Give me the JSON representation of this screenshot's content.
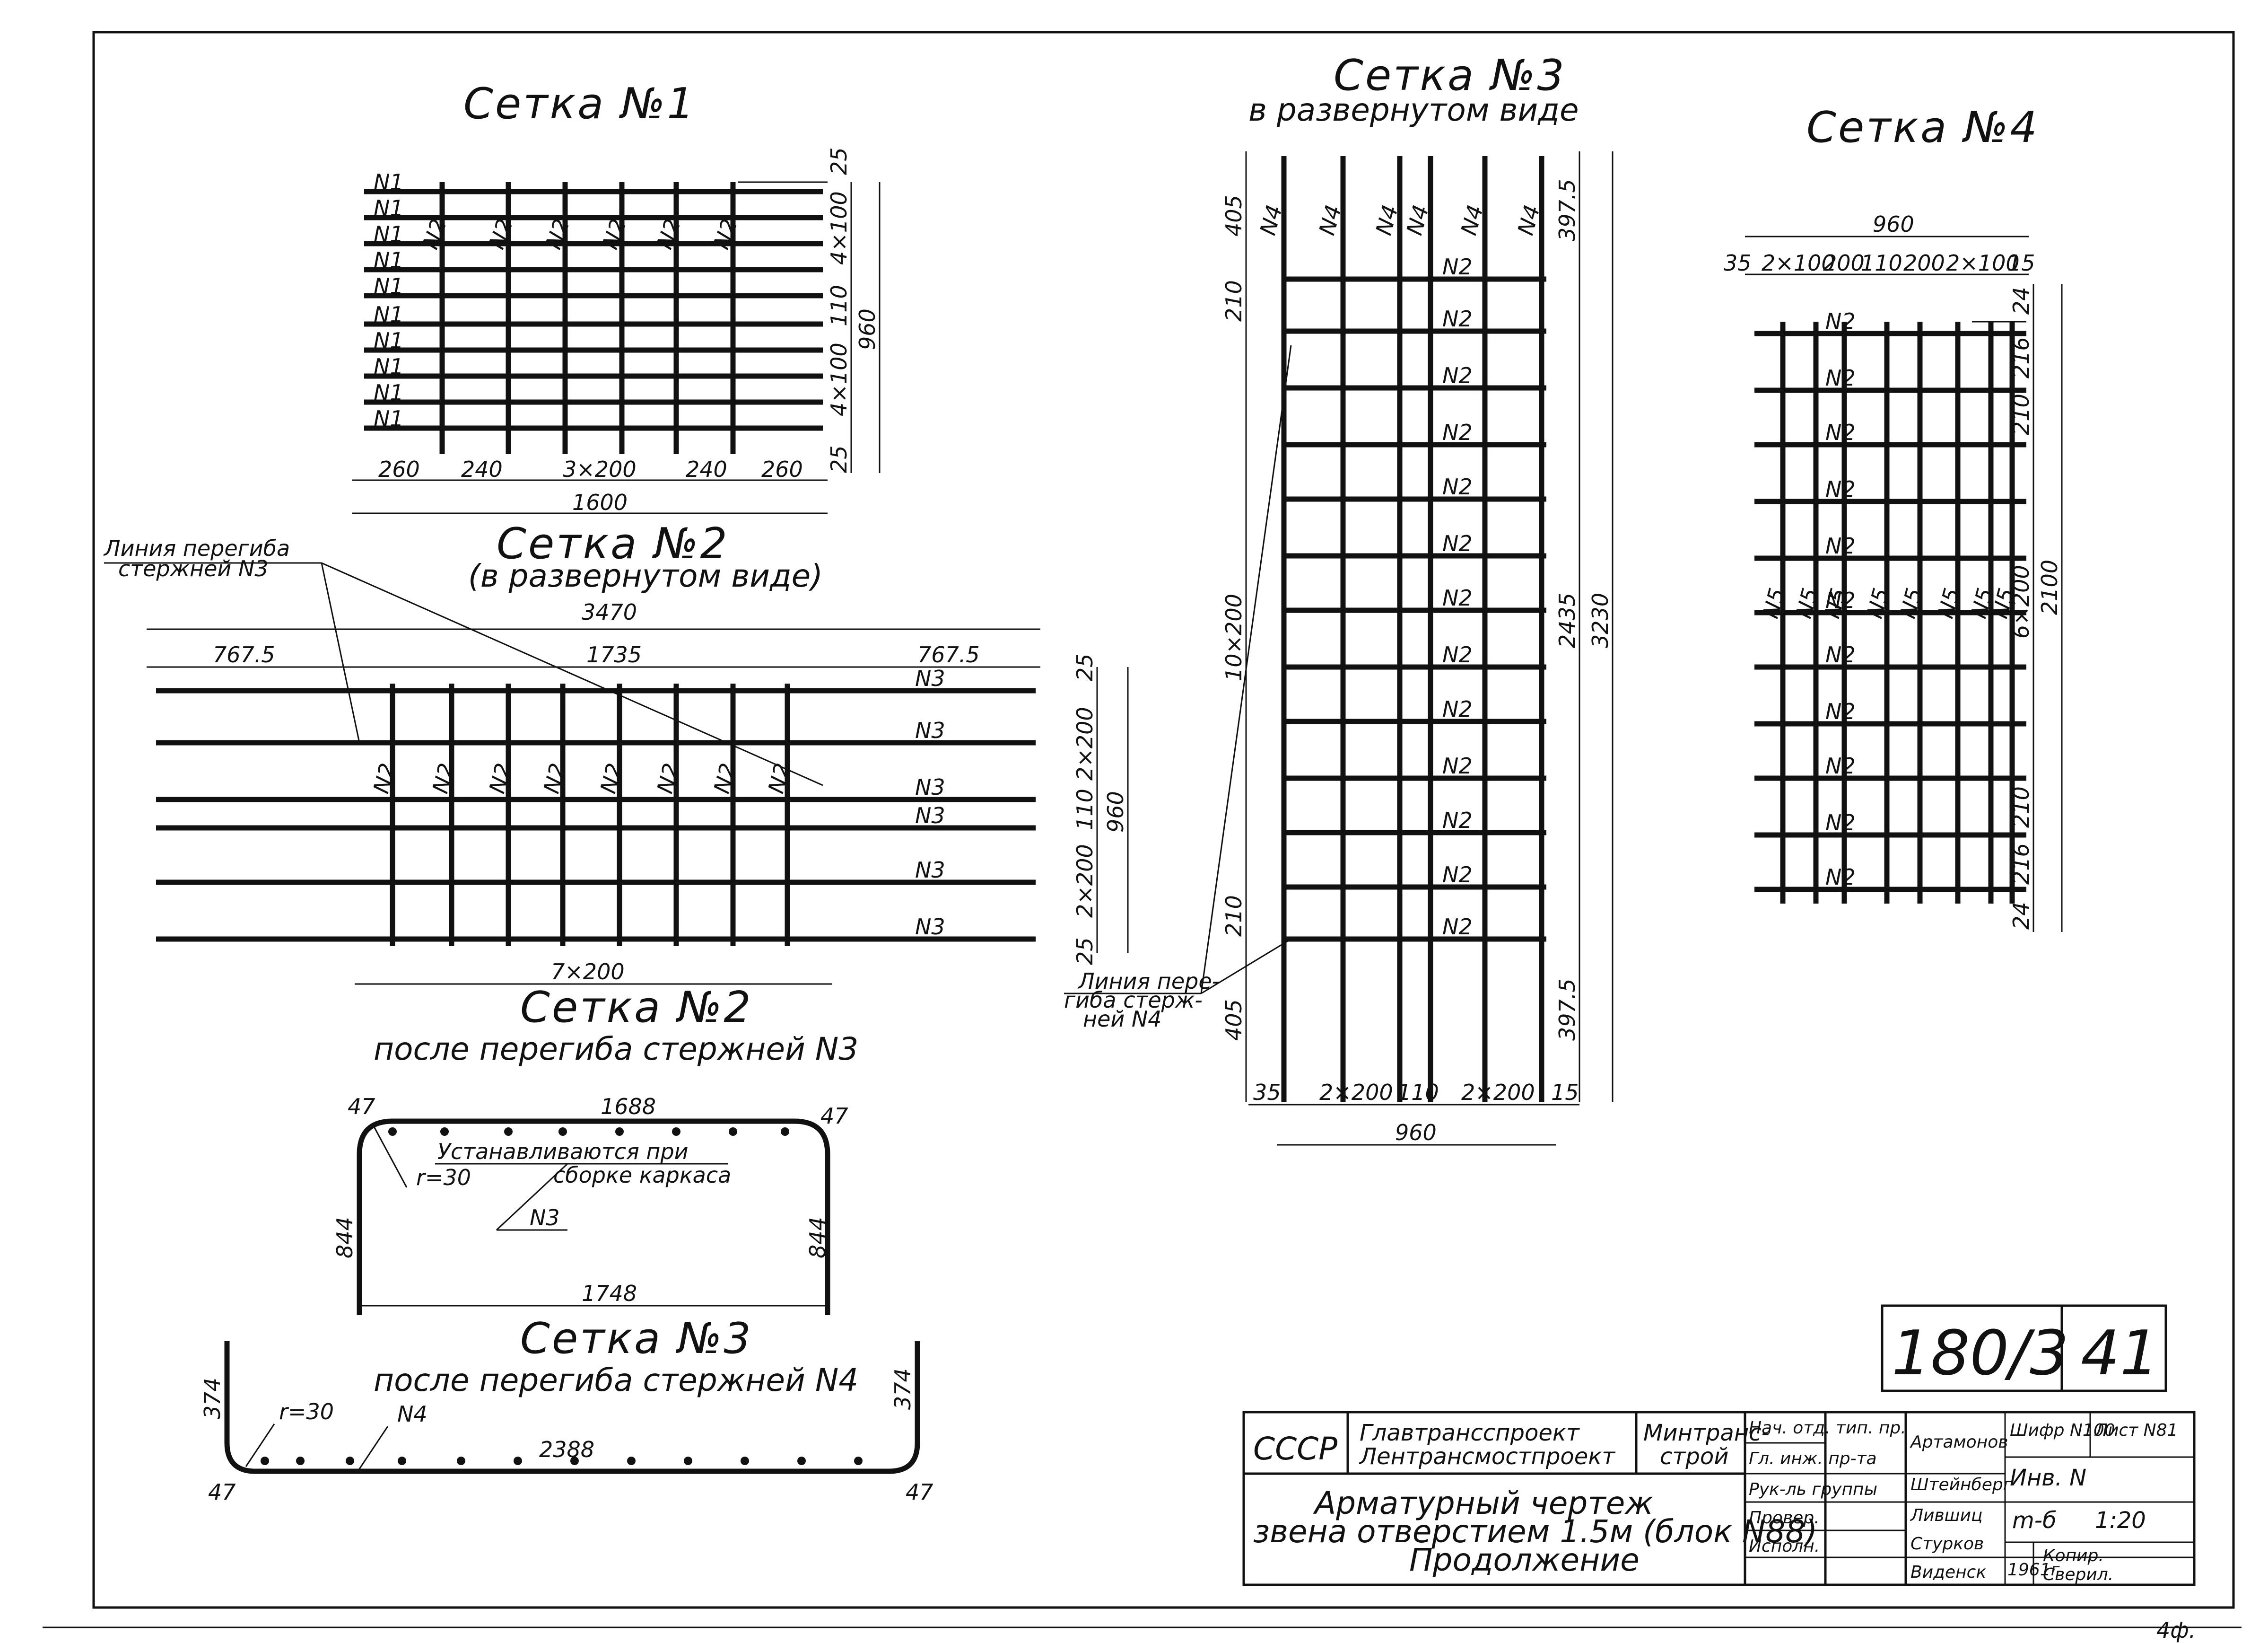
{
  "mesh1": {
    "title": "Сетка №1",
    "bar_label_n1": "N1",
    "bar_label_n2": "N2",
    "dims_bottom": [
      "260",
      "240",
      "3×200",
      "240",
      "260"
    ],
    "dim_total": "1600",
    "dims_right": [
      "25",
      "4×100",
      "110",
      "4×100",
      "25"
    ],
    "dim_right_total": "960"
  },
  "mesh2": {
    "title": "Сетка №2",
    "subtitle": "(в развернутом виде)",
    "dim_total": "3470",
    "dims_top": [
      "767.5",
      "1735",
      "767.5"
    ],
    "bar_label_n2": "N2",
    "bar_label_n3": "N3",
    "dims_right": [
      "25",
      "2×200",
      "110",
      "2×200",
      "25"
    ],
    "dim_right_total": "960",
    "dim_bottom": "7×200",
    "bend_note": [
      "Линия перегиба",
      "стержней N3"
    ]
  },
  "mesh3": {
    "title": "Сетка №3",
    "subtitle": "в развернутом виде",
    "bar_label_n4": "N4",
    "bar_label_n2": "N2",
    "dims_left": [
      "405",
      "210",
      "10×200",
      "210",
      "405"
    ],
    "dims_right": [
      "397.5",
      "2435",
      "397.5"
    ],
    "dim_right_total": "3230",
    "dims_bottom": [
      "35",
      "2×200",
      "110",
      "2×200",
      "15"
    ],
    "dim_total": "960",
    "bend_note": [
      "Линия пере-",
      "гиба стерж-",
      "ней N4"
    ]
  },
  "mesh4": {
    "title": "Сетка №4",
    "dim_total": "960",
    "dims_top": [
      "35",
      "2×100",
      "200",
      "110",
      "200",
      "2×100",
      "15"
    ],
    "bar_label_n2": "N2",
    "bar_label_n5": "N5",
    "dims_right": [
      "24",
      "216",
      "210",
      "6×200",
      "210",
      "216",
      "24"
    ],
    "dim_right_total": "2100"
  },
  "mesh2_bent": {
    "title": "Сетка №2",
    "subtitle": "после перегиба стержней N3",
    "dim_top": "1688",
    "dim_corner": "47",
    "radius": "r=30",
    "note_1": "Устанавливаются при",
    "note_2": "сборке каркаса",
    "bar": "N3",
    "dim_side": "844",
    "dim_bottom": "1748"
  },
  "mesh3_bent": {
    "title": "Сетка №3",
    "subtitle": "после перегиба стержней N4",
    "radius": "r=30",
    "bar": "N4",
    "dim_bottom": "2388",
    "dim_side": "374",
    "dim_corner": "47"
  },
  "stamp": {
    "number_left": "180/3",
    "number_right": "41"
  },
  "title_block": {
    "country": "СССР",
    "org_1": "Главтрансспроект",
    "org_2": "Лентрансмостпроект",
    "ministry_1": "Минтранс-",
    "ministry_2": "строй",
    "drawing_1": "Арматурный чертеж",
    "drawing_2": "звена отверстием 1.5м (блок N88)",
    "drawing_3": "Продолжение",
    "roles": [
      "Нач. отд. тип. пр.",
      "Гл. инж. пр-та",
      "Рук-ль группы",
      "Провер.",
      "Исполн."
    ],
    "names": [
      "Артамонов",
      "Штейнберг",
      "Лившиц",
      "Стурков",
      "Виденск"
    ],
    "cipher_label": "Шифр N100",
    "sheet_label": "Лист N81",
    "inv": "Инв. N",
    "scale_label": "m-б",
    "scale": "1:20",
    "year": "1961г",
    "copy_1": "Копир.",
    "copy_2": "Сверил."
  },
  "footer": {
    "format": "4ф."
  }
}
